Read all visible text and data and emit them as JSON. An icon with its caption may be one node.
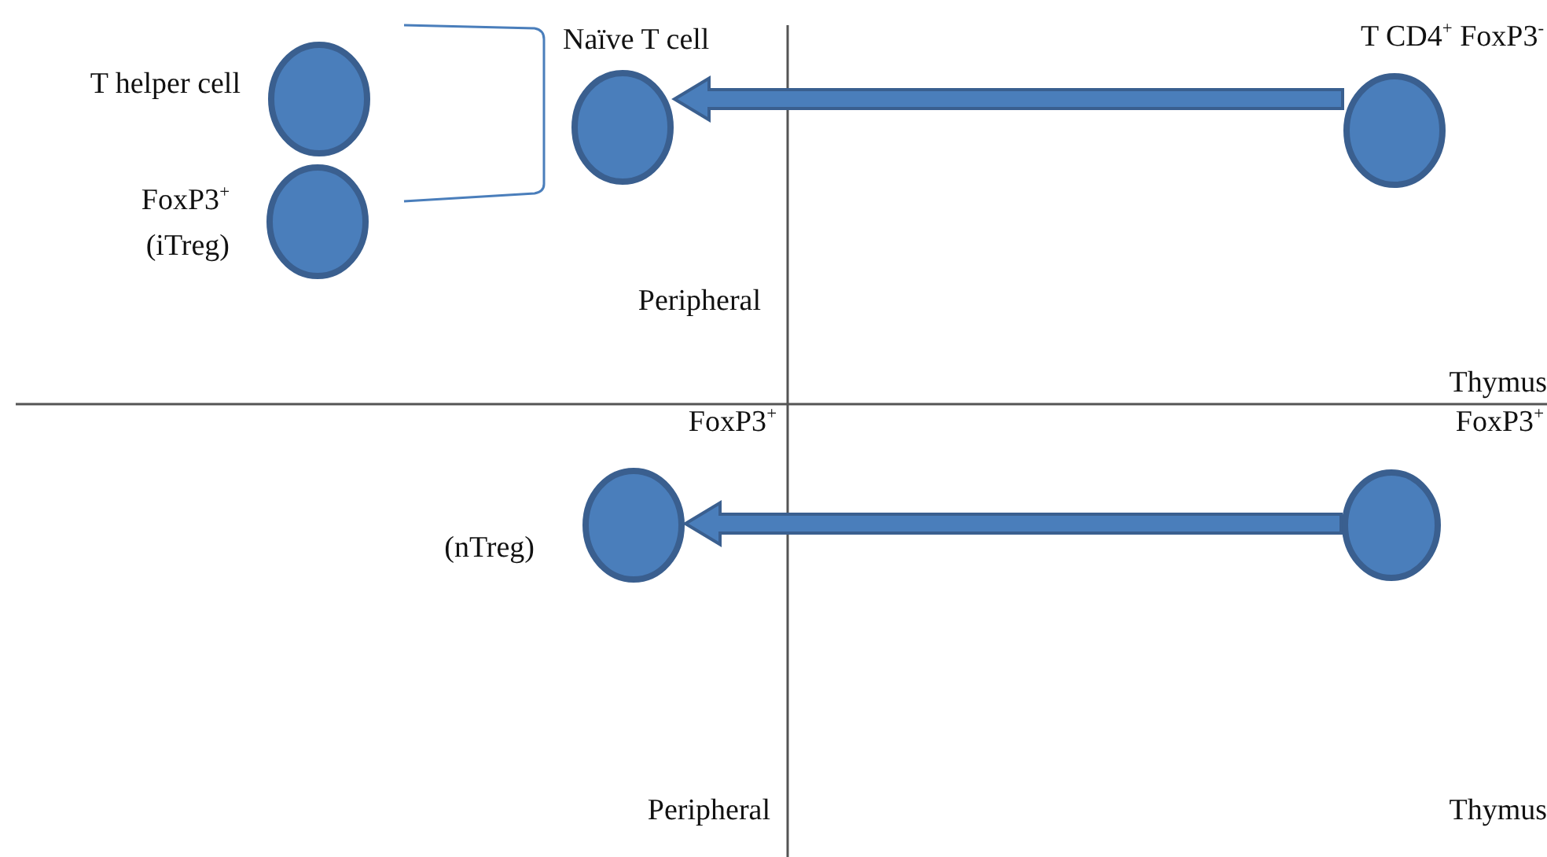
{
  "diagram": {
    "nodes": [
      {
        "text": [],
        "shape": "circle",
        "beside": [
          "T helper cell"
        ]
      },
      {
        "text": [],
        "shape": "circle",
        "beside": [
          "FoxP3$^{+}$ (iTreg)"
        ]
      },
      {
        "text": [],
        "shape": "circle",
        "beside": [
          "Naïve T cell"
        ]
      },
      {
        "text": [],
        "shape": "circle",
        "beside": [
          "T CD4$^{+}$ FoxP3$^{-}$"
        ]
      },
      {
        "text": [],
        "shape": "circle",
        "beside": [
          "FoxP3$^{+}$",
          "(nTreg)"
        ]
      },
      {
        "text": [],
        "shape": "circle",
        "beside": [
          "FoxP3$^{+}$"
        ]
      }
    ],
    "edges": [
      {
        "from": 3,
        "to": 2,
        "arrow": "to",
        "style": "thick"
      },
      {
        "from": 5,
        "to": 4,
        "arrow": "to",
        "style": "thick"
      }
    ],
    "labels": [
      "Peripheral",
      "Thymus",
      "Peripheral",
      "Thymus"
    ]
  }
}
